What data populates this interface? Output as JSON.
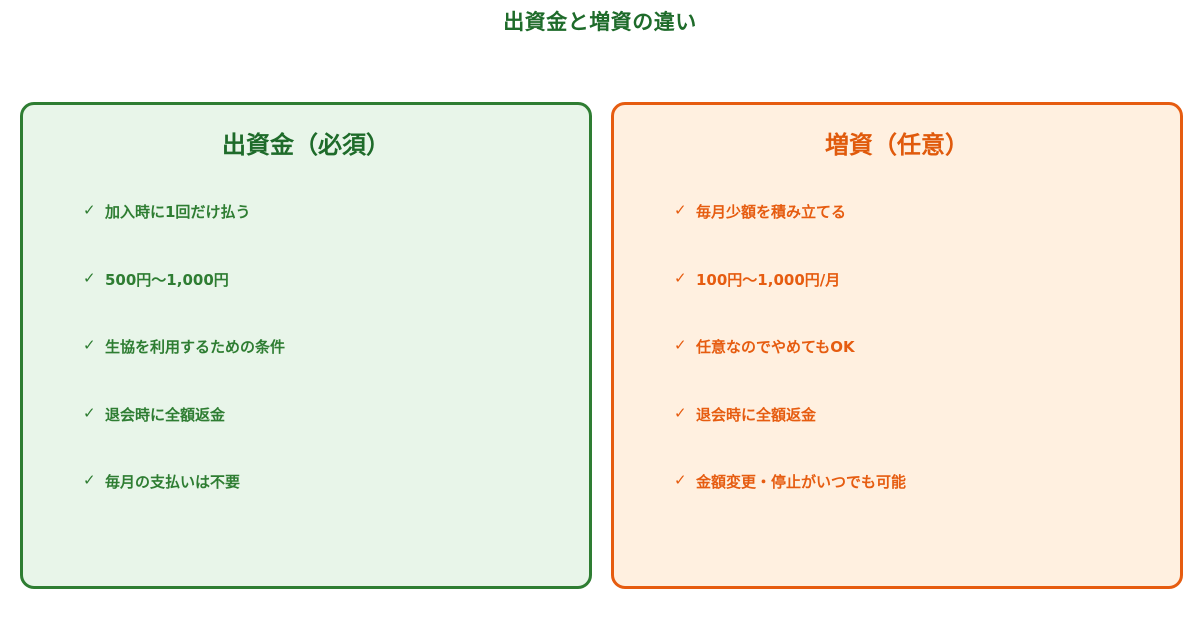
{
  "title": "出資金と増資の違い",
  "colors": {
    "green_text": "#1e6b2a",
    "green_border": "#2e7d32",
    "green_bg": "#e8f5e9",
    "orange_text": "#e05a0c",
    "orange_border": "#e65c10",
    "orange_bg": "#fff0e0"
  },
  "panels": [
    {
      "title": "出資金（必須）",
      "check_icon": "✓",
      "items": [
        "加入時に1回だけ払う",
        "500円〜1,000円",
        "生協を利用するための条件",
        "退会時に全額返金",
        "毎月の支払いは不要"
      ]
    },
    {
      "title": "増資（任意）",
      "check_icon": "✓",
      "items": [
        "毎月少額を積み立てる",
        "100円〜1,000円/月",
        "任意なのでやめてもOK",
        "退会時に全額返金",
        "金額変更・停止がいつでも可能"
      ]
    }
  ]
}
